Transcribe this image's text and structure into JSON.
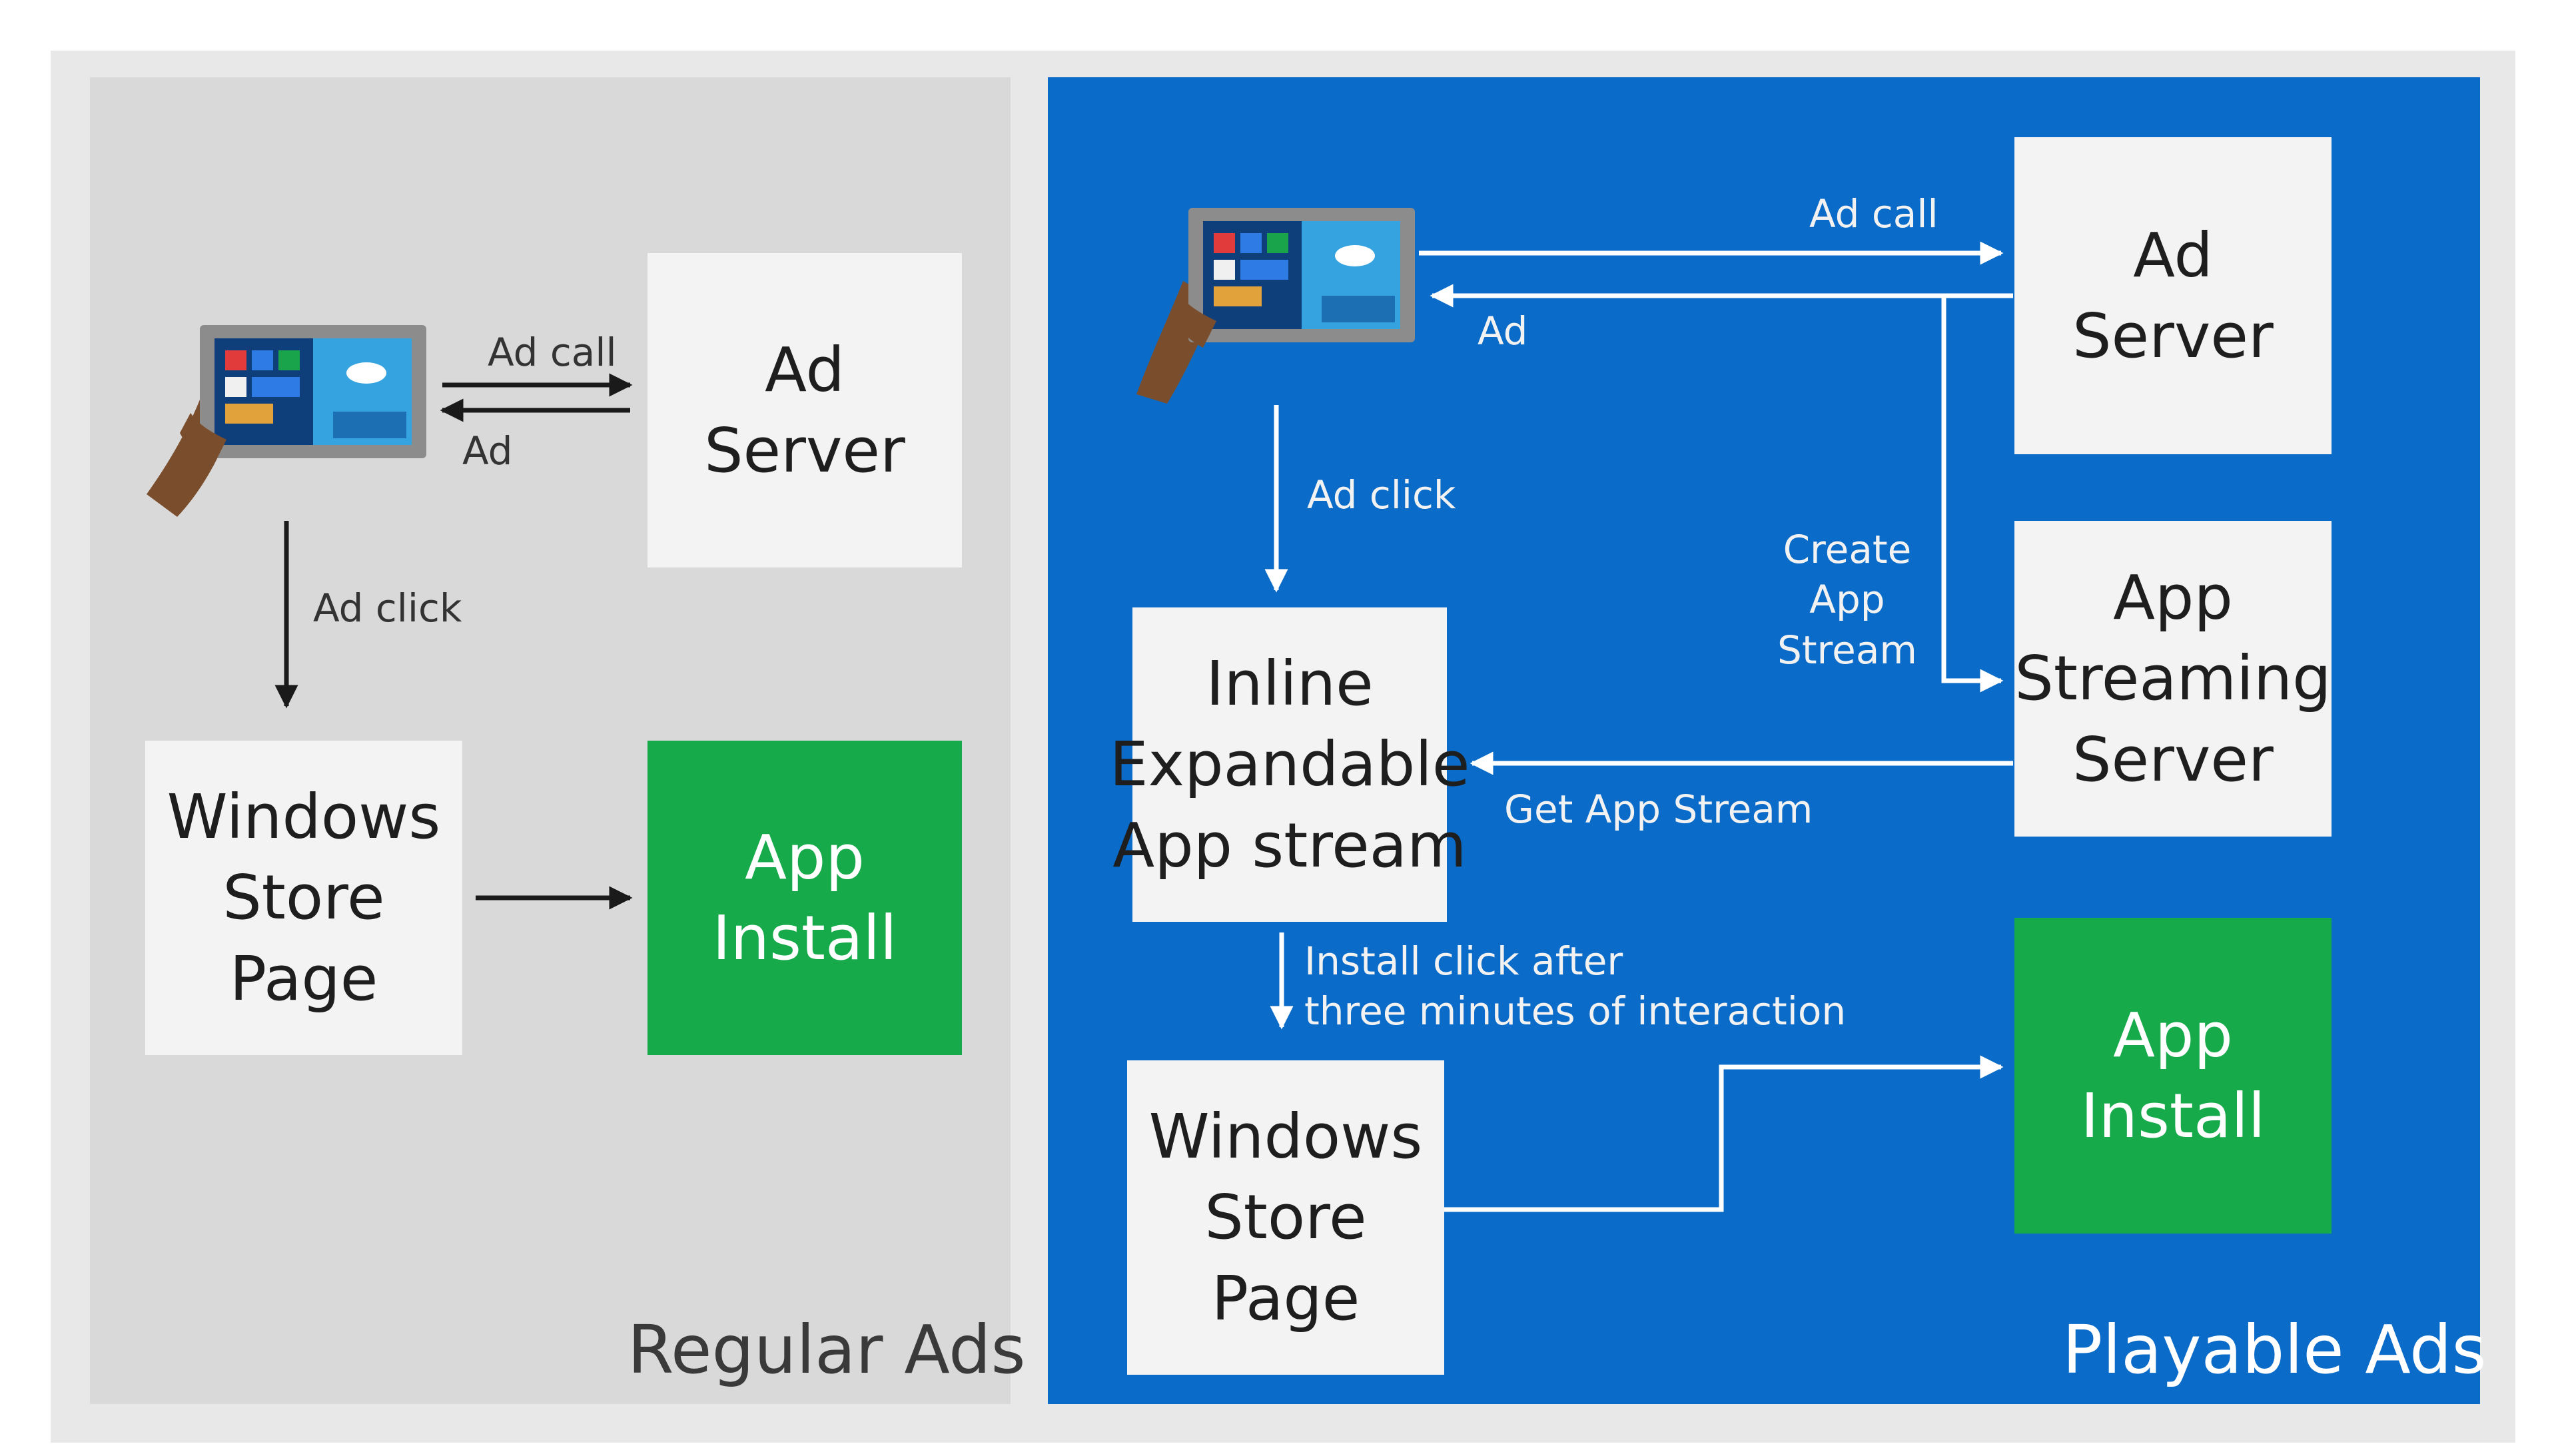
{
  "regular": {
    "title": "Regular Ads",
    "ad_call": "Ad call",
    "ad": "Ad",
    "ad_click": "Ad click",
    "ad_server": "Ad\nServer",
    "store_page": "Windows\nStore\nPage",
    "app_install": "App\nInstall"
  },
  "playable": {
    "title": "Playable Ads",
    "ad_call": "Ad call",
    "ad": "Ad",
    "ad_click": "Ad click",
    "create_stream": "Create\nApp\nStream",
    "get_stream": "Get App Stream",
    "install_click": "Install click after\nthree minutes of interaction",
    "ad_server": "Ad\nServer",
    "streaming_server": "App\nStreaming\nServer",
    "inline_stream": "Inline\nExpandable\nApp stream",
    "store_page": "Windows\nStore\nPage",
    "app_install": "App\nInstall"
  },
  "icons": {
    "device": "tablet-in-hand-icon"
  },
  "colors": {
    "outer_bg": "#e8e8e8",
    "regular_panel": "#d9d9d9",
    "playable_panel": "#0a6bc8",
    "box_white": "#f3f3f3",
    "box_green": "#17aa4b",
    "arrow_dark": "#1a1a1a",
    "arrow_light": "#ffffff"
  }
}
